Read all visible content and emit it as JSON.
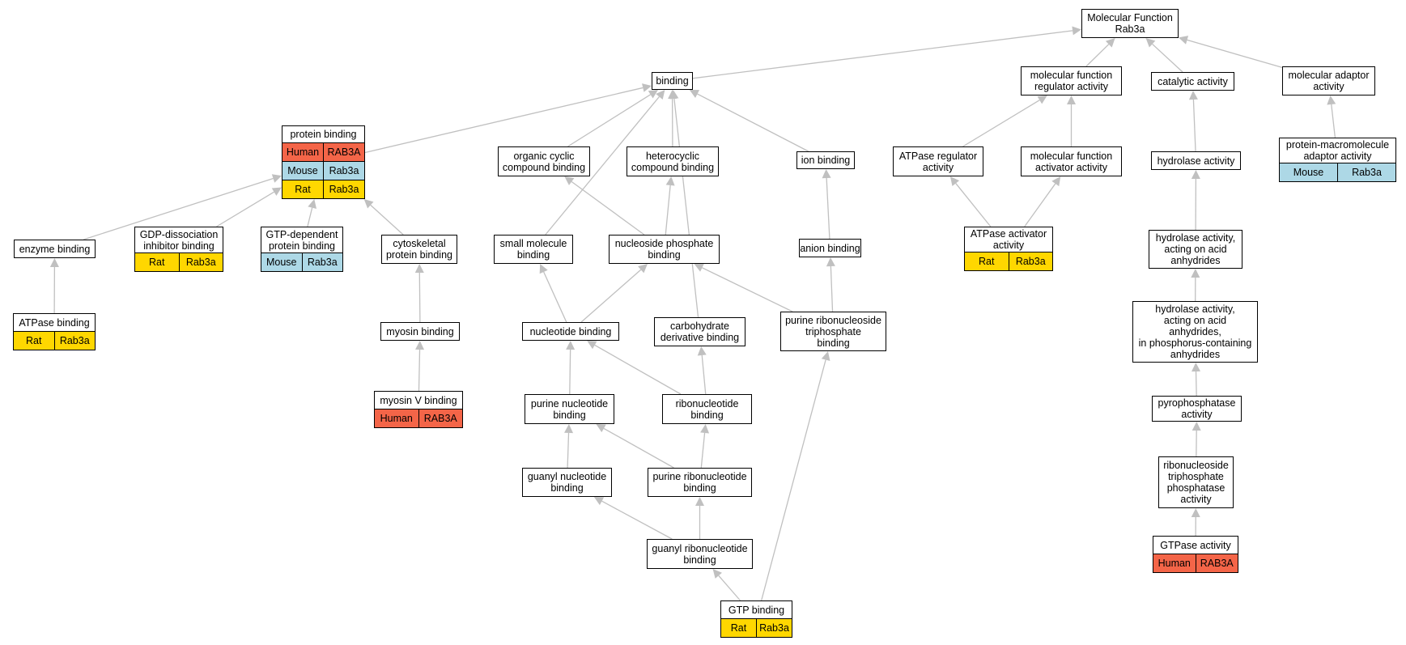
{
  "colors": {
    "human": "#f46548",
    "mouse": "#add8e6",
    "rat": "#ffd700",
    "edge": "#c0c0c0"
  },
  "nodes": {
    "root": {
      "label": "Molecular Function\nRab3a"
    },
    "binding": {
      "label": "binding"
    },
    "mfreg": {
      "label": "molecular function\nregulator activity"
    },
    "catalytic": {
      "label": "catalytic activity"
    },
    "adaptor": {
      "label": "molecular adaptor\nactivity"
    },
    "protein": {
      "label": "protein binding",
      "annotations": [
        {
          "species": "Human",
          "gene": "RAB3A"
        },
        {
          "species": "Mouse",
          "gene": "Rab3a"
        },
        {
          "species": "Rat",
          "gene": "Rab3a"
        }
      ]
    },
    "organic": {
      "label": "organic cyclic\ncompound binding"
    },
    "heterocyclic": {
      "label": "heterocyclic\ncompound binding"
    },
    "ion": {
      "label": "ion binding"
    },
    "atpasereg": {
      "label": "ATPase regulator\nactivity"
    },
    "mfact": {
      "label": "molecular function\nactivator activity"
    },
    "hydrolase": {
      "label": "hydrolase activity"
    },
    "protmacro": {
      "label": "protein-macromolecule\nadaptor activity",
      "annotations": [
        {
          "species": "Mouse",
          "gene": "Rab3a"
        }
      ]
    },
    "enzyme": {
      "label": "enzyme binding"
    },
    "gdp": {
      "label": "GDP-dissociation\ninhibitor binding",
      "annotations": [
        {
          "species": "Rat",
          "gene": "Rab3a"
        }
      ]
    },
    "gtpdep": {
      "label": "GTP-dependent\nprotein binding",
      "annotations": [
        {
          "species": "Mouse",
          "gene": "Rab3a"
        }
      ]
    },
    "cyto": {
      "label": "cytoskeletal\nprotein binding"
    },
    "smallmol": {
      "label": "small molecule\nbinding"
    },
    "nucphos": {
      "label": "nucleoside phosphate\nbinding"
    },
    "anion": {
      "label": "anion binding"
    },
    "atpaseact": {
      "label": "ATPase activator\nactivity",
      "annotations": [
        {
          "species": "Rat",
          "gene": "Rab3a"
        }
      ]
    },
    "hydanh": {
      "label": "hydrolase activity,\nacting on acid\nanhydrides"
    },
    "atpbind": {
      "label": "ATPase binding",
      "annotations": [
        {
          "species": "Rat",
          "gene": "Rab3a"
        }
      ]
    },
    "myosin": {
      "label": "myosin binding"
    },
    "nucleotide": {
      "label": "nucleotide binding"
    },
    "carbo": {
      "label": "carbohydrate\nderivative binding"
    },
    "purtri": {
      "label": "purine ribonucleoside\ntriphosphate\nbinding"
    },
    "hydphos": {
      "label": "hydrolase activity,\nacting on acid\nanhydrides,\nin phosphorus-containing\nanhydrides"
    },
    "myosinv": {
      "label": "myosin V binding",
      "annotations": [
        {
          "species": "Human",
          "gene": "RAB3A"
        }
      ]
    },
    "purnuc": {
      "label": "purine nucleotide\nbinding"
    },
    "ribonuc": {
      "label": "ribonucleotide\nbinding"
    },
    "pyro": {
      "label": "pyrophosphatase\nactivity"
    },
    "guanyl": {
      "label": "guanyl nucleotide\nbinding"
    },
    "purribo": {
      "label": "purine ribonucleotide\nbinding"
    },
    "ribotri": {
      "label": "ribonucleoside\ntriphosphate\nphosphatase\nactivity"
    },
    "guanylribo": {
      "label": "guanyl ribonucleotide\nbinding"
    },
    "gtpase": {
      "label": "GTPase activity",
      "annotations": [
        {
          "species": "Human",
          "gene": "RAB3A"
        }
      ]
    },
    "gtp": {
      "label": "GTP binding",
      "annotations": [
        {
          "species": "Rat",
          "gene": "Rab3a"
        }
      ]
    }
  },
  "edges": [
    [
      "binding",
      "root"
    ],
    [
      "mfreg",
      "root"
    ],
    [
      "catalytic",
      "root"
    ],
    [
      "adaptor",
      "root"
    ],
    [
      "protein",
      "binding"
    ],
    [
      "organic",
      "binding"
    ],
    [
      "heterocyclic",
      "binding"
    ],
    [
      "ion",
      "binding"
    ],
    [
      "smallmol",
      "binding"
    ],
    [
      "carbo",
      "binding"
    ],
    [
      "atpasereg",
      "mfreg"
    ],
    [
      "mfact",
      "mfreg"
    ],
    [
      "hydrolase",
      "catalytic"
    ],
    [
      "protmacro",
      "adaptor"
    ],
    [
      "enzyme",
      "protein"
    ],
    [
      "gdp",
      "protein"
    ],
    [
      "gtpdep",
      "protein"
    ],
    [
      "cyto",
      "protein"
    ],
    [
      "nucphos",
      "organic"
    ],
    [
      "nucphos",
      "heterocyclic"
    ],
    [
      "anion",
      "ion"
    ],
    [
      "atpaseact",
      "atpasereg"
    ],
    [
      "atpaseact",
      "mfact"
    ],
    [
      "hydanh",
      "hydrolase"
    ],
    [
      "atpbind",
      "enzyme"
    ],
    [
      "myosin",
      "cyto"
    ],
    [
      "nucleotide",
      "smallmol"
    ],
    [
      "nucleotide",
      "nucphos"
    ],
    [
      "purtri",
      "nucphos"
    ],
    [
      "purtri",
      "anion"
    ],
    [
      "hydphos",
      "hydanh"
    ],
    [
      "myosinv",
      "myosin"
    ],
    [
      "purnuc",
      "nucleotide"
    ],
    [
      "ribonuc",
      "nucleotide"
    ],
    [
      "ribonuc",
      "carbo"
    ],
    [
      "ribotri",
      "pyro"
    ],
    [
      "pyro",
      "hydphos"
    ],
    [
      "guanyl",
      "purnuc"
    ],
    [
      "purribo",
      "purnuc"
    ],
    [
      "purribo",
      "ribonuc"
    ],
    [
      "guanylribo",
      "guanyl"
    ],
    [
      "guanylribo",
      "purribo"
    ],
    [
      "gtpase",
      "ribotri"
    ],
    [
      "gtp",
      "guanylribo"
    ],
    [
      "gtp",
      "purtri"
    ]
  ]
}
